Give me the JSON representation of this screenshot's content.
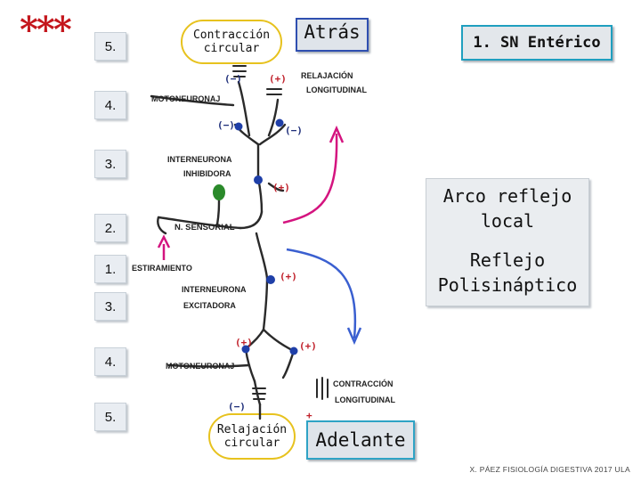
{
  "stars": "***",
  "levels": [
    "5.",
    "4.",
    "3.",
    "2.",
    "1.",
    "3.",
    "4.",
    "5."
  ],
  "top_pill": "Contracción\ncircular",
  "bottom_pill": "Relajación\ncircular",
  "buttons": {
    "atras": "Atrás",
    "adelante": "Adelante",
    "sn": "1. SN Entérico"
  },
  "reflex_box": {
    "line1": "Arco reflejo",
    "line2": "local",
    "line3": "Reflejo",
    "line4": "Polisináptico"
  },
  "labels": {
    "relajacion": "RELAJACIÓN",
    "longitudinal_top": "LONGITUDINAL",
    "motoneurona_top": "MOTONEURONAJ",
    "interneurona_top": "INTERNEURONA",
    "inhibidora": "INHIBIDORA",
    "n_sensorial": "N. SENSORIAL",
    "estiramiento": "ESTIRAMIENTO",
    "interneurona_bottom": "INTERNEURONA",
    "excitadora": "EXCITADORA",
    "motoneurona_bottom": "MOTONEURONAJ",
    "contraccion": "CONTRACCIÓN",
    "longitudinal_bottom": "LONGITUDINAL"
  },
  "signs": {
    "plus": "(+)",
    "minus": "(−)",
    "plus_bare": "+"
  },
  "footer": "X. PÁEZ  FISIOLOGÍA DIGESTIVA 2017  ULA",
  "colors": {
    "stars": "#c4161c",
    "plus": "#c0202a",
    "minus": "#1f2f7a",
    "nucleus": "#1f3fa8",
    "sensory_nucleus": "#2a8a2a",
    "arrow_up": "#d4147f",
    "arrow_down": "#3a5fd0",
    "button_border": "#2f4fb0",
    "pill_border": "#e7c21e"
  }
}
